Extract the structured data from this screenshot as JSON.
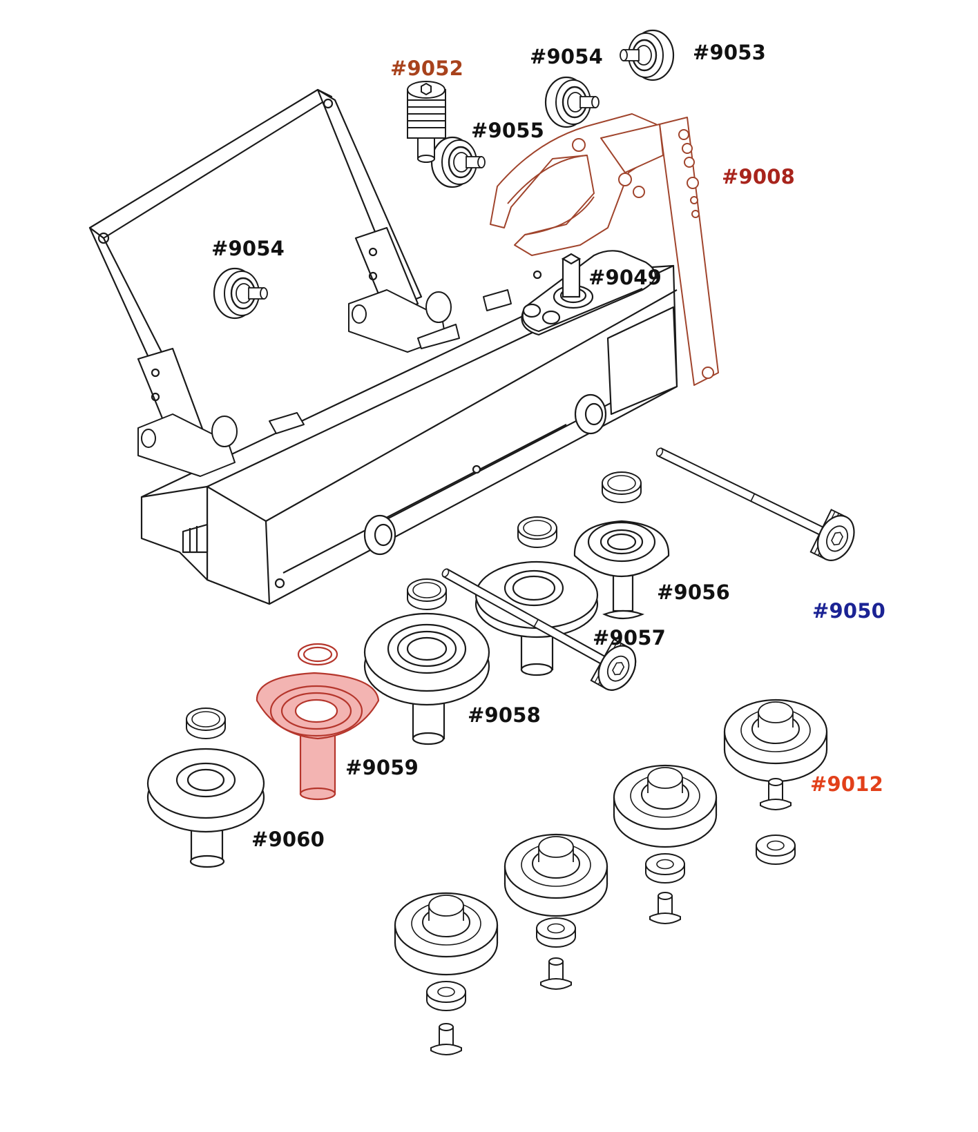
{
  "colors": {
    "line": "#1a1a1a",
    "label_default": "#111111",
    "highlight_stroke": "#b5362c",
    "highlight_fill": "#f3b4b2",
    "clamp_stroke": "#a0442c"
  },
  "labels": [
    {
      "id": "p9052",
      "text": "#9052",
      "color": "#a8421c"
    },
    {
      "id": "p9054a",
      "text": "#9054",
      "color": "#111111"
    },
    {
      "id": "p9053",
      "text": "#9053",
      "color": "#111111"
    },
    {
      "id": "p9055",
      "text": "#9055",
      "color": "#111111"
    },
    {
      "id": "p9008",
      "text": "#9008",
      "color": "#a8241c"
    },
    {
      "id": "p9054b",
      "text": "#9054",
      "color": "#111111"
    },
    {
      "id": "p9049",
      "text": "#9049",
      "color": "#111111"
    },
    {
      "id": "p9056",
      "text": "#9056",
      "color": "#111111"
    },
    {
      "id": "p9050",
      "text": "#9050",
      "color": "#1b2394"
    },
    {
      "id": "p9057",
      "text": "#9057",
      "color": "#111111"
    },
    {
      "id": "p9058",
      "text": "#9058",
      "color": "#111111"
    },
    {
      "id": "p9059",
      "text": "#9059",
      "color": "#111111"
    },
    {
      "id": "p9012",
      "text": "#9012",
      "color": "#e2401a"
    },
    {
      "id": "p9060",
      "text": "#9060",
      "color": "#111111"
    }
  ]
}
